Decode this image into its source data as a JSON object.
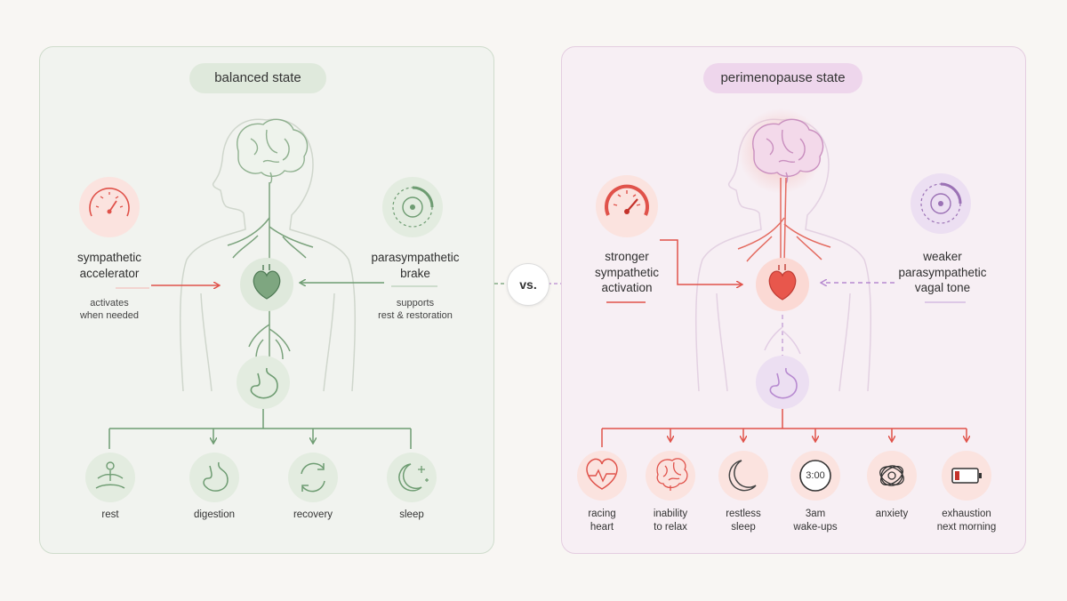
{
  "left": {
    "title": "balanced state",
    "sympathetic": {
      "label": "sympathetic\naccelerator",
      "note": "activates\nwhen needed"
    },
    "parasympathetic": {
      "label": "parasympathetic\nbrake",
      "note": "supports\nrest & restoration"
    },
    "outcomes": [
      "rest",
      "digestion",
      "recovery",
      "sleep"
    ]
  },
  "right": {
    "title": "perimenopause state",
    "sympathetic": {
      "label": "stronger\nsympathetic\nactivation"
    },
    "parasympathetic": {
      "label": "weaker\nparasympathetic\nvagal tone"
    },
    "outcomes": [
      "racing\nheart",
      "inability\nto relax",
      "restless\nsleep",
      "3am\nwake-ups",
      "anxiety",
      "exhaustion\nnext morning"
    ],
    "clock_text": "3:00"
  },
  "divider": {
    "label": "vs."
  },
  "colors": {
    "green": "#6e9c72",
    "red": "#e0524a",
    "purple": "#b78ad0",
    "green_fill": "#e3ece0",
    "red_fill": "#fbe3df",
    "purple_fill": "#ecdff2"
  },
  "icons": {
    "sympathetic": "speedometer-icon",
    "parasympathetic": "brake-dial-icon",
    "heart": "heart-icon",
    "stomach": "stomach-icon",
    "brain": "brain-icon",
    "outcomes_left": [
      "meditation-icon",
      "stomach-icon",
      "cycle-arrows-icon",
      "moon-stars-icon"
    ],
    "outcomes_right": [
      "heart-pulse-icon",
      "tangled-brain-icon",
      "crescent-moon-icon",
      "clock-icon",
      "scribble-icon",
      "low-battery-icon"
    ]
  }
}
